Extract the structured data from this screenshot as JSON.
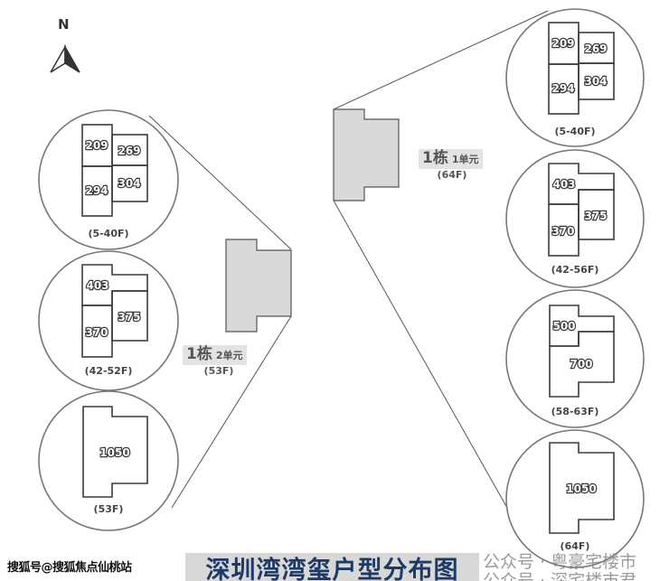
{
  "north_label": "N",
  "left_building": {
    "name": "1栋",
    "unit": "2单元",
    "floors": "(53F)"
  },
  "right_building": {
    "name": "1栋",
    "unit": "1单元",
    "floors": "(64F)"
  },
  "left_plans": [
    {
      "floors": "(5-40F)",
      "units": [
        "209",
        "269",
        "294",
        "304"
      ]
    },
    {
      "floors": "(42-52F)",
      "units": [
        "403",
        "375",
        "370"
      ]
    },
    {
      "floors": "(53F)",
      "units": [
        "1050"
      ]
    }
  ],
  "right_plans": [
    {
      "floors": "(5-40F)",
      "units": [
        "209",
        "269",
        "294",
        "304"
      ]
    },
    {
      "floors": "(42-56F)",
      "units": [
        "403",
        "375",
        "370"
      ]
    },
    {
      "floors": "(58-63F)",
      "units": [
        "500",
        "700"
      ]
    },
    {
      "floors": "(64F)",
      "units": [
        "1050"
      ]
    }
  ],
  "title": "深圳湾湾玺户型分布图",
  "watermark_left": "搜狐号@搜狐焦点仙桃站",
  "watermark_right_1": "公众号 · 粤豪宅楼市",
  "watermark_right_2": "公众号 · 深宅楼市君",
  "colors": {
    "teal": "#9ecbcc",
    "green": "#d4eed6",
    "orange": "#fbc46e",
    "pink": "#e8a1b0",
    "purple": "#b9a6cf",
    "title": "#1d3a66"
  }
}
